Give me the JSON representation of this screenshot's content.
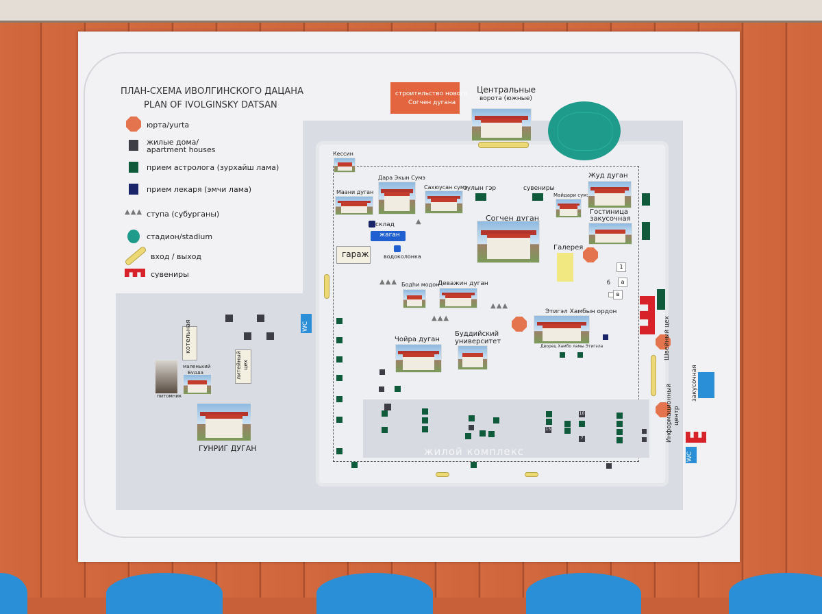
{
  "title_ru": "ПЛАН-СХЕМА ИВОЛГИНСКОГО ДАЦАНА",
  "title_en": "PLAN OF IVOLGINSKY DATSAN",
  "legend": [
    {
      "label": "юрта/yurta",
      "symbol": "octagon-orange"
    },
    {
      "label": "жилые дома/",
      "label2": "apartment houses",
      "symbol": "square-dark"
    },
    {
      "label": "прием астролога (зурхайш лама)",
      "symbol": "square-green"
    },
    {
      "label": "прием лекаря (эмчи лама)",
      "symbol": "square-navy"
    },
    {
      "label": "ступа (субурганы)",
      "symbol": "stupa"
    },
    {
      "label": "стадион/stadium",
      "symbol": "oval-teal"
    },
    {
      "label": "вход / выход",
      "symbol": "bar-yellow"
    },
    {
      "label": "сувениры",
      "symbol": "red-bracket"
    }
  ],
  "construction_box": {
    "line1": "строительство нового",
    "line2": "Согчен дугана"
  },
  "labels": {
    "central_gate": "Центральные",
    "central_gate2": "ворота (южные)",
    "kessin": "Кессин",
    "maani": "Маани дуган",
    "dara": "Дара Экын Сумэ",
    "sahyusan": "Сахюусан сумэ",
    "zulyn": "зулын гэр",
    "suveniry": "сувениры",
    "maidari": "Майдари сумэ",
    "zhud": "Жуд дуган",
    "hotel": "Гостиница",
    "cafe": "закусочная",
    "sklad": "склад",
    "zhagan": "жаган",
    "vodokolonka": "водоколонка",
    "garage": "гараж",
    "sogchen": "Согчен дуган",
    "gallery": "Галерея",
    "bodi": "Бодһи модон",
    "devazhin": "Деважин дуган",
    "etigel": "Этигэл Хамбын ордон",
    "etigel_sub": "Дворец Хамбо ламы Этигэла",
    "choira": "Чойра дуган",
    "university": "Буддийский",
    "university2": "университет",
    "kotelnaya": "котельная",
    "liteyny": "литейный",
    "liteyny2": "цех",
    "small_buddha": "маленький",
    "small_buddha2": "Будда",
    "pitomnik": "питомник",
    "gunrig": "ГУНРИГ ДУГАН",
    "wc": "WC",
    "wc2": "WC",
    "sewing": "Швейный цех",
    "info": "Информационный",
    "info2": "центр",
    "zakusochnaya": "закусочная",
    "residential": "жилой комплекс",
    "n1": "1",
    "n_b": "б",
    "n_a": "а",
    "n_v": "в",
    "n10": "10",
    "n15": "15",
    "n7": "7"
  },
  "colors": {
    "orange_yurt": "#e4744e",
    "teal_stadium": "#1f9b8c",
    "green_astrologer": "#0f5a3a",
    "navy_doctor": "#1a2468",
    "yellow_gate": "#ecd874",
    "red_souvenir": "#d8222a",
    "blue_wc": "#2a8fd6",
    "construction_box": "#e2653f"
  }
}
